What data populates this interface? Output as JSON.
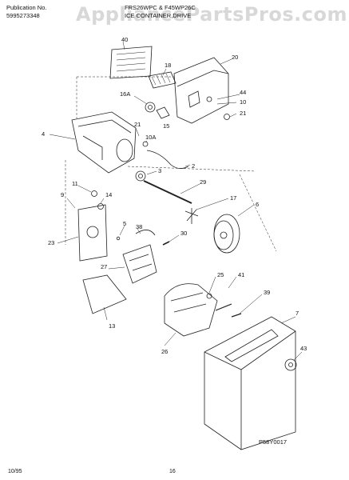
{
  "header": {
    "publication_label": "Publication No.",
    "publication_number": "5995273348",
    "models": "FRS26WPC & F45WP26C",
    "section_title": "ICE CONTAINER,DRIVE"
  },
  "watermark": "AppliancePartsPros.com",
  "footer": {
    "date": "10/95",
    "page": "16",
    "diagram_code": "P58Y0017"
  },
  "callouts": [
    "40",
    "18",
    "20",
    "16A",
    "44",
    "10",
    "15",
    "21",
    "4",
    "21",
    "10A",
    "2",
    "3",
    "29",
    "17",
    "6",
    "11",
    "9",
    "14",
    "23",
    "5",
    "38",
    "30",
    "27",
    "25",
    "41",
    "39",
    "13",
    "26",
    "7",
    "43"
  ]
}
